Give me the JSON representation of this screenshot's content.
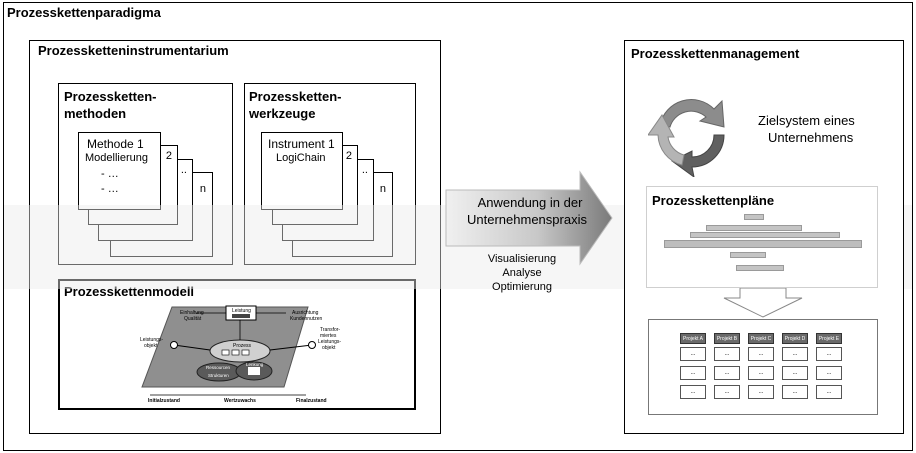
{
  "paradigm": {
    "title": "Prozessketten­paradigma"
  },
  "instrumentarium": {
    "title": "Prozessketteninstrumentarium",
    "methoden": {
      "title_line1": "Prozessketten-",
      "title_line2": "methoden",
      "doc_title": "Methode 1",
      "doc_subtitle": "Modellierung",
      "bullet1": "- …",
      "bullet2": "- …",
      "page2": "2",
      "dots": "..",
      "pagen": "n"
    },
    "werkzeuge": {
      "title_line1": "Prozessketten-",
      "title_line2": "werkzeuge",
      "doc_title": "Instrument 1",
      "doc_subtitle": "LogiChain",
      "page2": "2",
      "dots": "..",
      "pagen": "n"
    },
    "modell": {
      "title": "Prozesskettenmodell",
      "labels": {
        "top_left": "Einhaltung",
        "top_left2": "Qualität",
        "leistung": "Leistung",
        "top_right": "Ausrichtung",
        "top_right2": "Kundennutzen",
        "left": "Leistungs-",
        "left2": "objekt",
        "prozess": "Prozess",
        "right": "Transfor-",
        "right2": "miertes",
        "right3": "Leistungs-",
        "right4": "objekt",
        "ressourcen": "Ressourcen",
        "lenkung": "Lenkung",
        "strukturen": "Strukturen",
        "initial": "Initialzustand",
        "wertzuwachs": "Wertzuwachs",
        "final": "Finalzustand"
      }
    }
  },
  "arrow": {
    "line1": "Anwendung in der",
    "line2": "Unternehmenspraxis",
    "sub1": "Visualisierung",
    "sub2": "Analyse",
    "sub3": "Optimierung"
  },
  "management": {
    "title": "Prozesskettenmanagement",
    "ziel_line1": "Zielsystem eines",
    "ziel_line2": "Unternehmens",
    "plaene_title": "Prozesskettenpläne",
    "projects": [
      "Projekt A",
      "Projekt B",
      "Projekt C",
      "Projekt D",
      "Projekt E"
    ],
    "cell": "..."
  },
  "colors": {
    "cycle_dark": "#606060",
    "cycle_mid": "#8c8c8c",
    "cycle_light": "#b4b4b4",
    "arrow_dark": "#7a7a7a",
    "arrow_light": "#f0f0f0"
  }
}
